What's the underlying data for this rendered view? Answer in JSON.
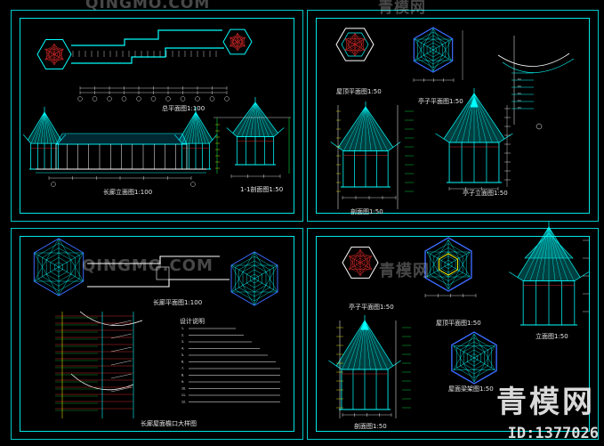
{
  "watermark": {
    "site_text": "QINGMO.COM",
    "brand_text": "青模网",
    "id_text": "ID:1377026"
  },
  "drawing_labels": {
    "sheet1_plan": "总平面图1:100",
    "sheet1_elevation": "长廊立面图1:100",
    "sheet1_section": "1-1剖面图1:50",
    "sheet2_roof": "屋顶平面图1:50",
    "sheet2_plan": "亭子平面图1:50",
    "sheet2_elev": "亭子立面图1:50",
    "sheet2_section": "剖面图1:50",
    "sheet3_plan": "长廊平面图1:100",
    "sheet3_notes": "设计说明",
    "sheet3_detail": "长廊屋面檐口大样图",
    "sheet4_plan": "亭子平面图1:50",
    "sheet4_roof": "屋顶平面图1:50",
    "sheet4_elev": "立面图1:50",
    "sheet4_frame": "屋面梁架图1:50",
    "sheet4_section": "剖面图1:50"
  },
  "colors": {
    "frame": "#00e6e6",
    "cyan": "#00ffff",
    "blue": "#3a6bff",
    "red": "#ff3030",
    "green": "#00ff44",
    "white": "#ffffff",
    "yellow": "#ffff00"
  }
}
